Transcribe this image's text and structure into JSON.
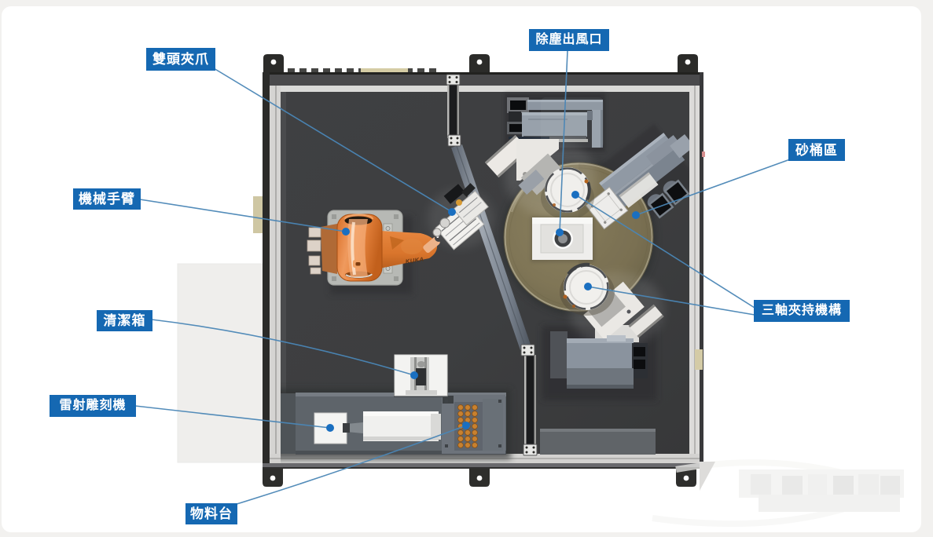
{
  "page": {
    "background_color": "#f2f1ef",
    "card_color": "#ffffff"
  },
  "diagram": {
    "type": "annotated-machine-top-view",
    "callout_style": {
      "box_color": "#1568b2",
      "text_color": "#ffffff",
      "line_color": "#4a86b6",
      "dot_color": "#1a6fc0"
    },
    "labels": [
      {
        "id": "double-head-gripper",
        "text": "雙頭夾爪"
      },
      {
        "id": "dust-outlet",
        "text": "除塵出風口"
      },
      {
        "id": "sand-bucket-area",
        "text": "砂桶區"
      },
      {
        "id": "robot-arm",
        "text": "機械手臂"
      },
      {
        "id": "cleaning-box",
        "text": "清潔箱"
      },
      {
        "id": "laser-engraver",
        "text": "雷射雕刻機"
      },
      {
        "id": "material-table",
        "text": "物料台"
      },
      {
        "id": "three-axis-clamp",
        "text": "三軸夾持機構"
      }
    ],
    "machine": {
      "robot_brand": "KUKA",
      "robot_color": "#e07a35",
      "enclosure_floor_color": "#3d3e40",
      "frame_color": "#d6d5d3",
      "turntable_color": "#877d5d",
      "equipment_color": "#909aa5"
    }
  }
}
